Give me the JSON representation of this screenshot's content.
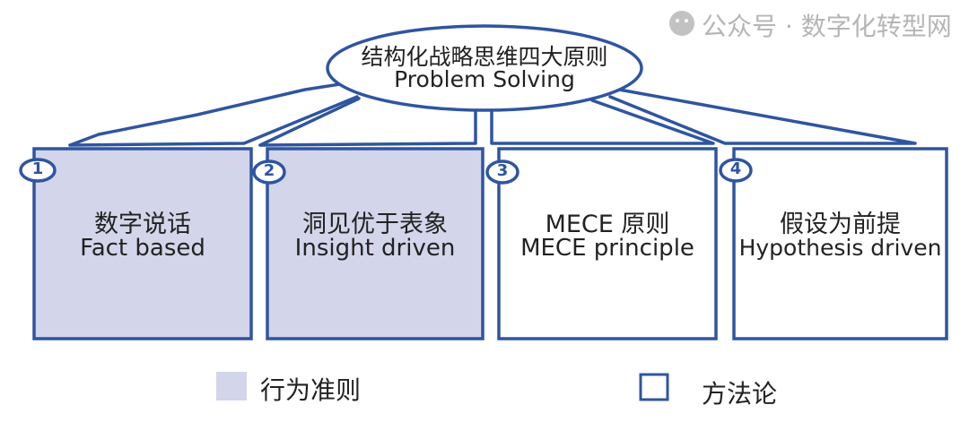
{
  "root": {
    "title_zh": "结构化战略思维四大原则",
    "title_en": "Problem Solving"
  },
  "principles": [
    {
      "number": "1",
      "zh": "数字说话",
      "en": "Fact based",
      "category": "行为准则"
    },
    {
      "number": "2",
      "zh": "洞见优于表象",
      "en": "Insight driven",
      "category": "行为准则"
    },
    {
      "number": "3",
      "zh": "MECE 原则",
      "en": "MECE principle",
      "category": "方法论"
    },
    {
      "number": "4",
      "zh": "假设为前提",
      "en": "Hypothesis driven",
      "category": "方法论"
    }
  ],
  "legend": [
    {
      "label": "行为准则",
      "style": "filled"
    },
    {
      "label": "方法论",
      "style": "outline"
    }
  ],
  "watermark": "公众号 · 数字化转型网",
  "colors": {
    "stroke": "#2f55a0",
    "fill": "#d3d5ea",
    "text": "#222222",
    "watermark": "#b5b5b5"
  }
}
